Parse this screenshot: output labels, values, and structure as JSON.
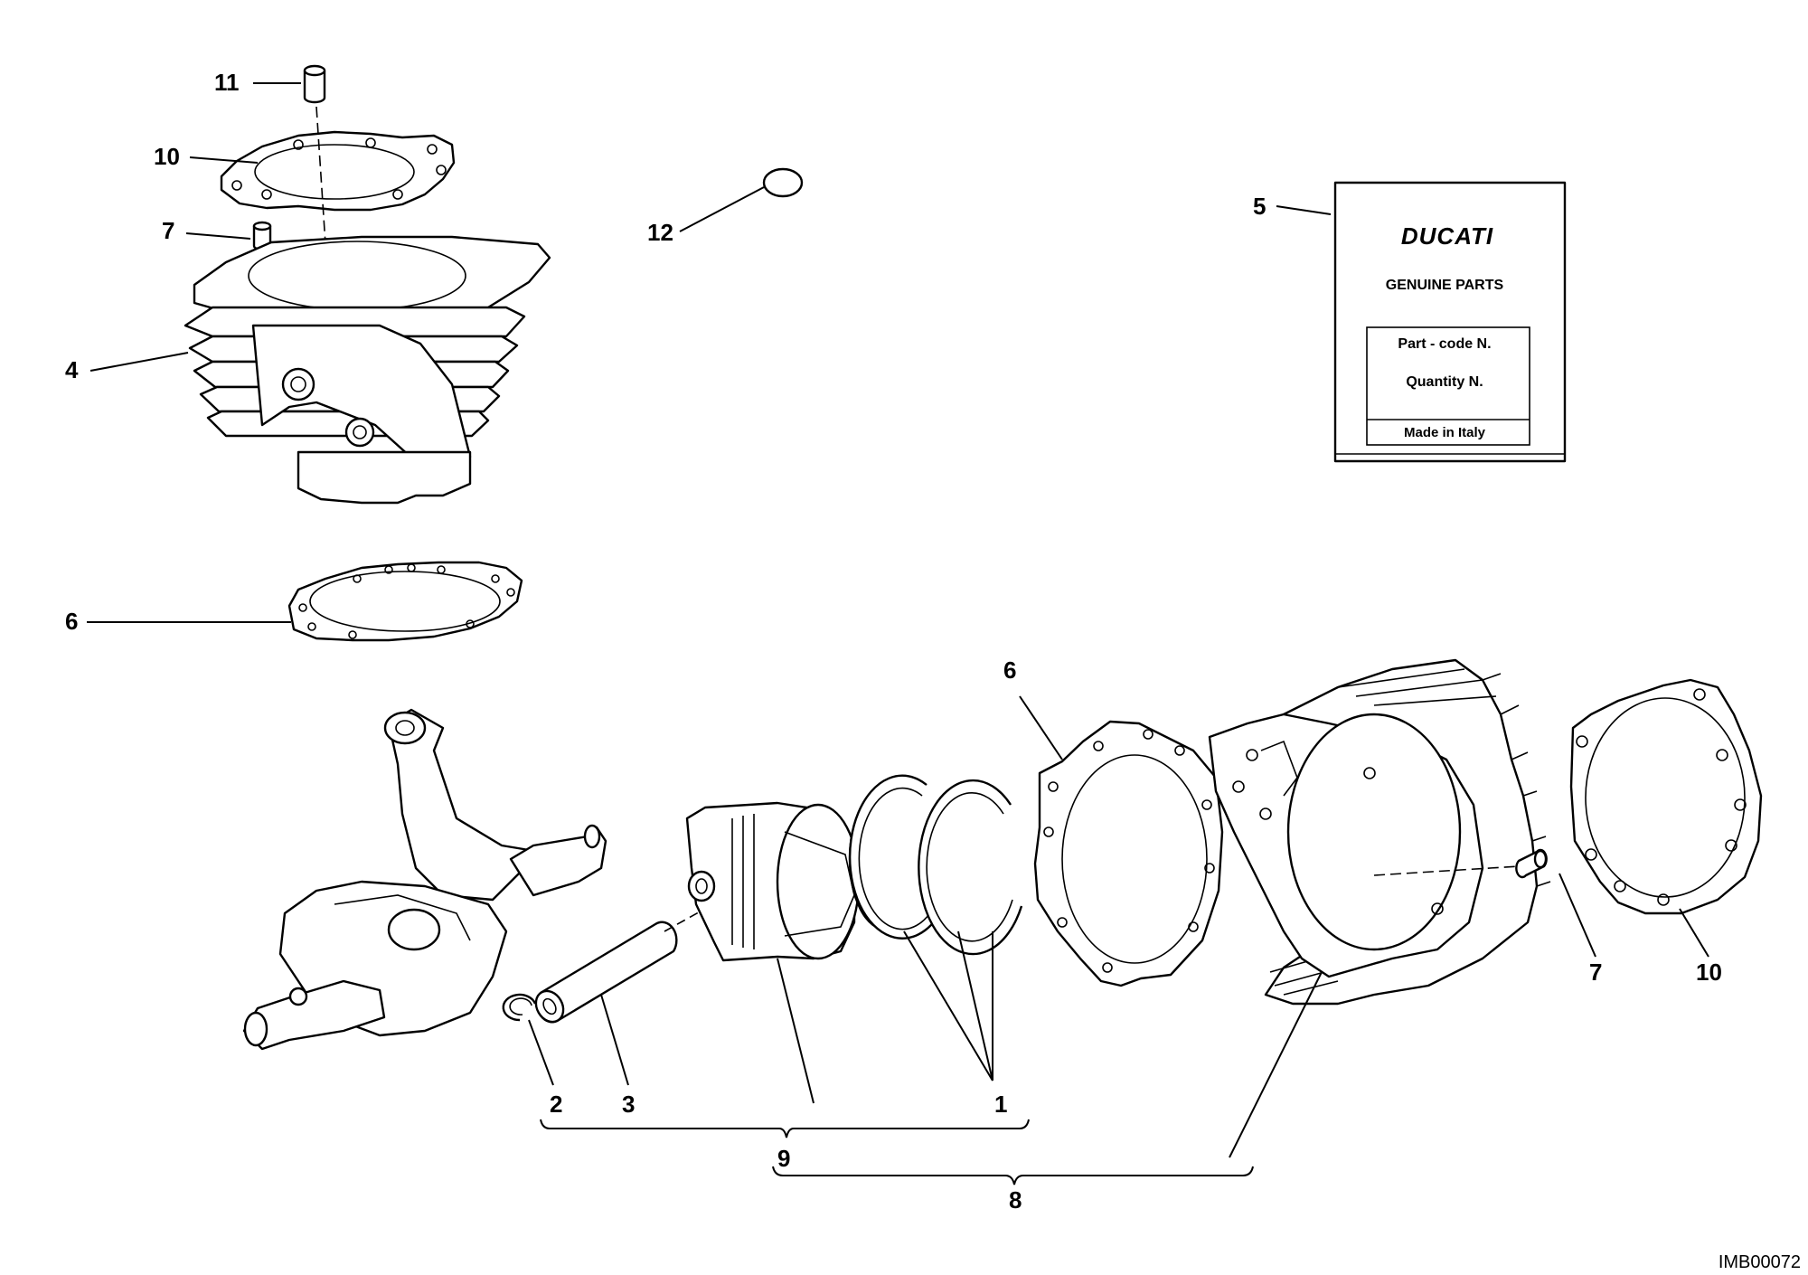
{
  "callouts": {
    "c11": "11",
    "c10a": "10",
    "c7a": "7",
    "c4": "4",
    "c6a": "6",
    "c12": "12",
    "c5": "5",
    "c6b": "6",
    "c7b": "7",
    "c10b": "10",
    "c2": "2",
    "c3": "3",
    "c9": "9",
    "c1": "1",
    "c8": "8"
  },
  "label_card": {
    "brand": "DUCATI",
    "subtitle": "GENUINE PARTS",
    "part_code": "Part - code N.",
    "quantity": "Quantity N.",
    "origin": "Made in Italy"
  },
  "figure_code": "IMB00072"
}
